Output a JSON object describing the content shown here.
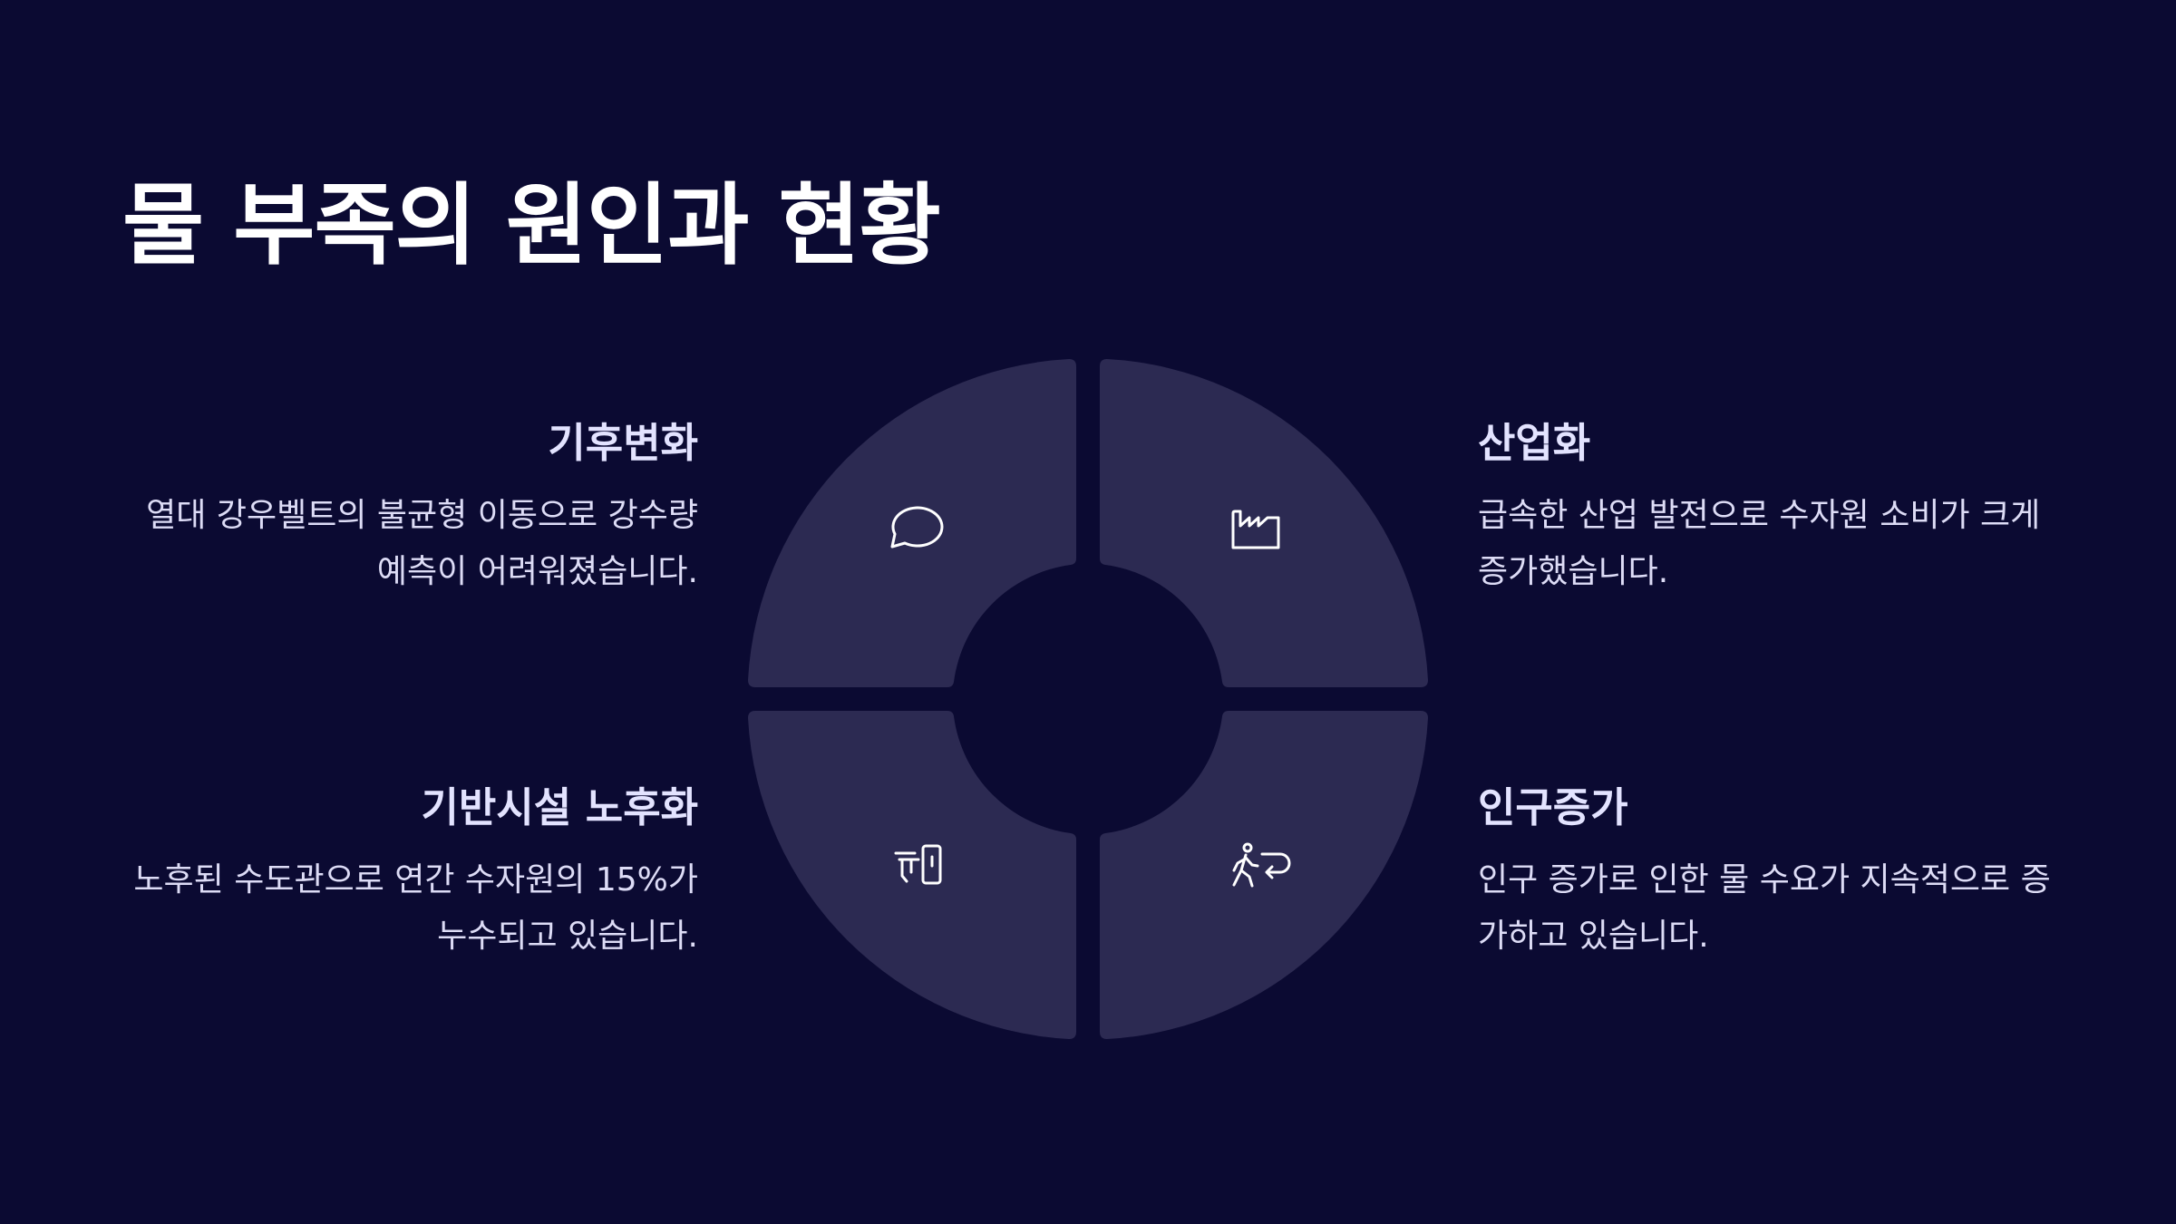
{
  "slide": {
    "title": "물 부족의 원인과 현황"
  },
  "colors": {
    "background": "#0b0a32",
    "segment": "#2c2a52",
    "heading": "#e3e3ff",
    "body_text": "#dddcf6",
    "icon_stroke": "#ffffff"
  },
  "causes": [
    {
      "heading": "기후변화",
      "body": "열대 강우벨트의 불균형 이동으로 강수량 예측이 어려워졌습니다.",
      "icon": "speech-bubble-icon"
    },
    {
      "heading": "산업화",
      "body": "급속한 산업 발전으로 수자원 소비가 크게 증가했습니다.",
      "icon": "factory-icon"
    },
    {
      "heading": "기반시설 노후화",
      "body": "노후된 수도관으로 연간 수자원의 15%가 누수되고 있습니다.",
      "icon": "water-tap-icon"
    },
    {
      "heading": "인구증가",
      "body": "인구 증가로 인한 물 수요가 지속적으로 증가하고 있습니다.",
      "icon": "person-walking-return-icon"
    }
  ]
}
